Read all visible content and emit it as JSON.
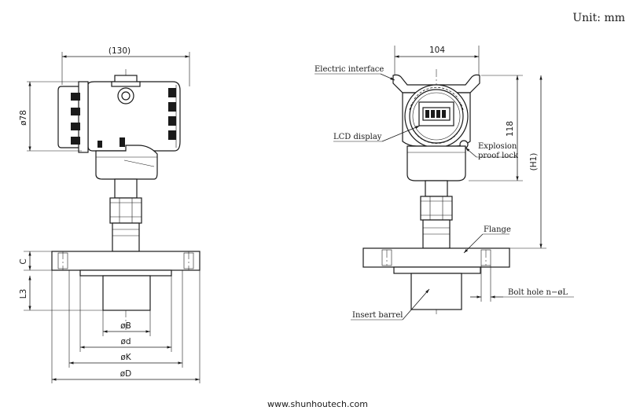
{
  "unit_label": "Unit: mm",
  "footer_url": "www.shunhoutech.com",
  "left_view": {
    "dim_width": "(130)",
    "dim_diameter": "ø78",
    "dim_c": "C",
    "dim_l3": "L3",
    "dim_b": "øB",
    "dim_d_small": "ød",
    "dim_k": "øK",
    "dim_d_large": "øD"
  },
  "right_view": {
    "dim_width": "104",
    "dim_height": "118",
    "dim_h1": "(H1)",
    "label_electric_interface": "Electric interface",
    "label_lcd_display": "LCD display",
    "label_explosion_line1": "Explosion",
    "label_explosion_line2": "proof lock",
    "label_flange": "Flange",
    "label_bolt_hole": "Bolt hole n−øL",
    "label_insert_barrel": "Insert barrel"
  }
}
